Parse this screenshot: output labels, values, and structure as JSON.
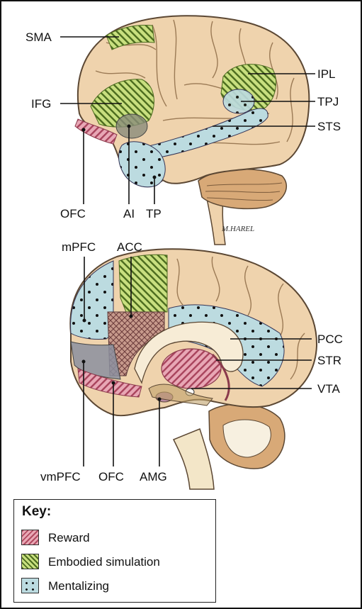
{
  "lateral_labels": {
    "sma": "SMA",
    "ifg": "IFG",
    "ofc": "OFC",
    "ai": "AI",
    "tp": "TP",
    "ipl": "IPL",
    "tpj": "TPJ",
    "sts": "STS"
  },
  "medial_labels": {
    "mpfc": "mPFC",
    "acc": "ACC",
    "vmpfc": "vmPFC",
    "ofc": "OFC",
    "amg": "AMG",
    "pcc": "PCC",
    "str": "STR",
    "vta": "VTA"
  },
  "signature": "M.HAREL",
  "key": {
    "title": "Key:",
    "items": [
      {
        "label": "Reward",
        "pattern": "pink-diagonal-hatch",
        "color": "#d88a9c"
      },
      {
        "label": "Embodied simulation",
        "pattern": "green-diagonal-hatch",
        "color": "#b5d46a"
      },
      {
        "label": "Mentalizing",
        "pattern": "blue-dotted",
        "color": "#bcdbe0"
      }
    ]
  },
  "colors": {
    "brain": "#efd3ad",
    "outline": "#5b4733",
    "reward": "#d88a9c",
    "embodied": "#b5d46a",
    "mentalizing": "#bcdbe0"
  }
}
